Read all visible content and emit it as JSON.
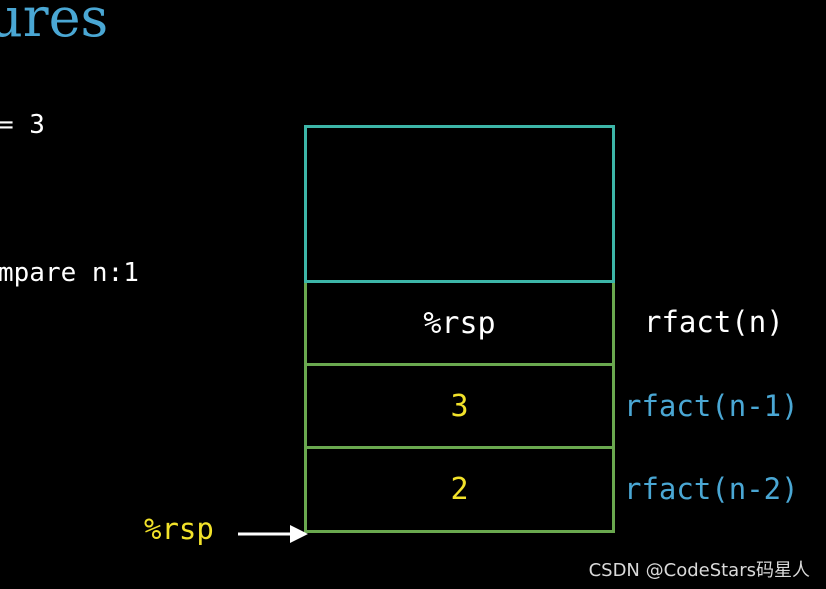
{
  "header": {
    "title_fragment": "ures"
  },
  "code": {
    "line1": "= 3",
    "line2": "mpare n:1"
  },
  "stack": {
    "cells": [
      {
        "label": ""
      },
      {
        "label": "%rsp"
      },
      {
        "label": "3"
      },
      {
        "label": "2"
      }
    ],
    "frame_labels": {
      "n": "rfact(n)",
      "n_minus_1": "rfact(n-1)",
      "n_minus_2": "rfact(n-2)"
    },
    "pointer_label": "%rsp"
  },
  "colors": {
    "title": "#4aa7d4",
    "top_cell_border": "#3db6a8",
    "frame_border": "#6aa84f",
    "value_text": "#f2e22a",
    "frame_label_accent": "#4aa7d4"
  },
  "icons": {
    "pointer": "right-arrow-icon"
  },
  "watermark": "CSDN @CodeStars码星人"
}
